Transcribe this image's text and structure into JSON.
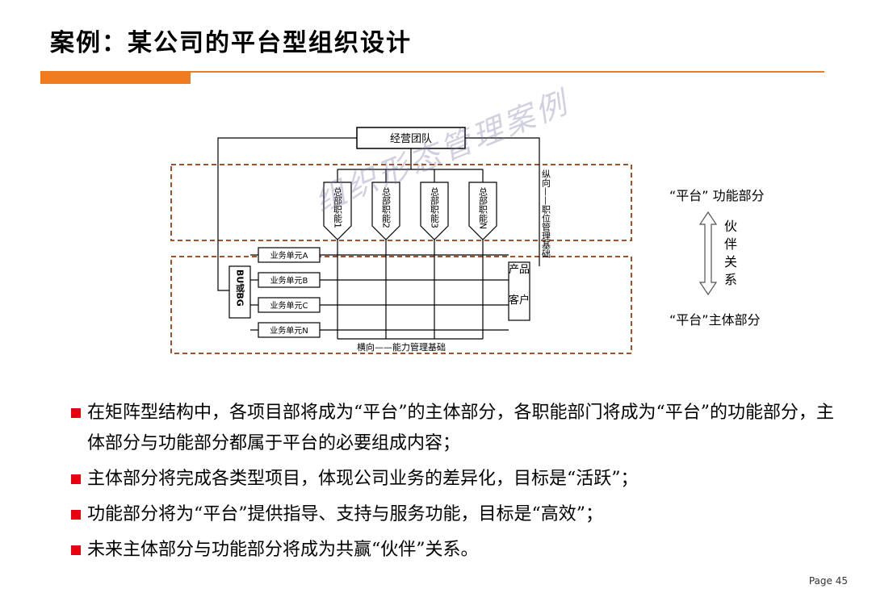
{
  "title": "案例：某公司的平台型组织设计",
  "diagram": {
    "top_box": "经营团队",
    "functions": [
      "总部职能1",
      "总部职能2",
      "总部职能3",
      "总部职能N"
    ],
    "units": [
      "业务单元A",
      "业务单元B",
      "业务单元C",
      "业务单元N"
    ],
    "bu_label": "BU或BG",
    "product_label": "产品客户",
    "vertical_label": "纵向——职位管理基础",
    "horizontal_label": "横向——能力管理基础",
    "watermark": "组织形态管理案例"
  },
  "side": {
    "platform_function": "“平台”  功能部分",
    "partner": "伙伴关系",
    "platform_main": "“平台”主体部分"
  },
  "bullets": [
    "在矩阵型结构中，各项目部将成为“平台”的主体部分，各职能部门将成为“平台”的功能部分，主体部分与功能部分都属于平台的必要组成内容；",
    "主体部分将完成各类型项目，体现公司业务的差异化，目标是“活跃”；",
    "功能部分将为“平台”提供指导、支持与服务功能，目标是“高效”；",
    "未来主体部分与功能部分将成为共赢“伙伴”关系。"
  ],
  "page": "Page 45",
  "colors": {
    "accent": "#f07c22",
    "dashed": "#a0522d",
    "bullet": "#e60012"
  }
}
